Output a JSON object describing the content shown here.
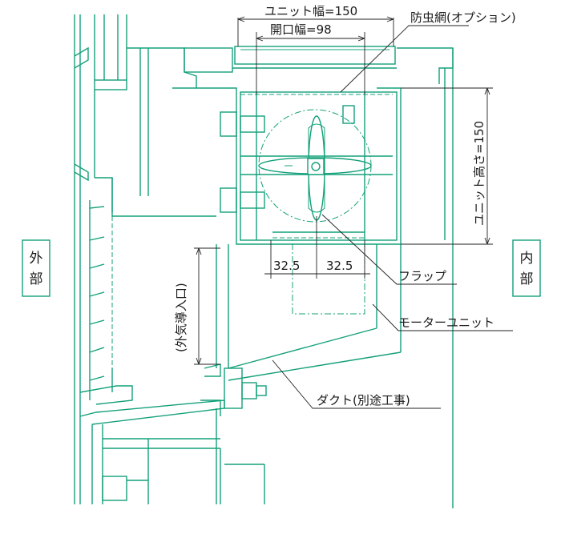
{
  "colors": {
    "line": "#14a07a",
    "text": "#1a1a1a",
    "background": "#ffffff"
  },
  "labels": {
    "unit_width": "ユニット幅=150",
    "opening_width": "開口幅=98",
    "insect_screen": "防虫網(オプション)",
    "unit_height": "ユニット高さ=150",
    "dim_left": "32.5",
    "dim_right": "32.5",
    "flap": "フラップ",
    "motor_unit": "モーターユニット",
    "duct": "ダクト(別途工事)",
    "outside_air_inlet": "(外気導入口)",
    "exterior": "外部",
    "interior": "内部"
  }
}
